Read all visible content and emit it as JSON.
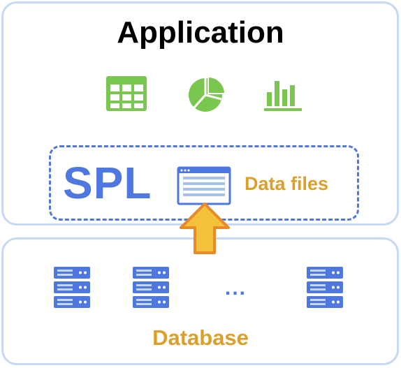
{
  "application": {
    "title": "Application",
    "icons": [
      "table-icon",
      "pie-chart-icon",
      "bar-chart-icon"
    ]
  },
  "spl": {
    "label": "SPL",
    "data_files_label": "Data files",
    "data_file_icon": "document-window-icon"
  },
  "arrow_icon": "arrow-up-icon",
  "database": {
    "label": "Database",
    "ellipsis": "...",
    "server_icon": "server-stack-icon"
  },
  "colors": {
    "box_border": "#c6d8f4",
    "spl_blue": "#4f77e0",
    "icon_green": "#7ac74f",
    "label_orange": "#dba02c",
    "arrow_yellow": "#f4c13a",
    "arrow_outline": "#e8892a"
  }
}
